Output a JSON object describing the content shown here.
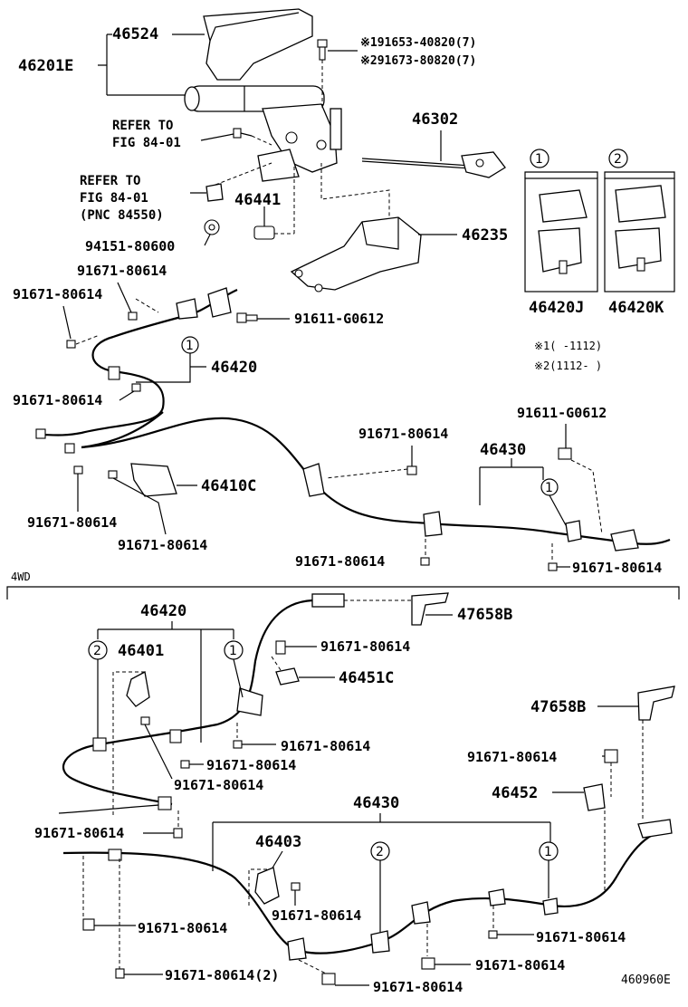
{
  "labels": {
    "p46524": "46524",
    "p46201E": "46201E",
    "bolt_note_1": "※191653-40820(7)",
    "bolt_note_2": "※291673-80820(7)",
    "refer1_a": "REFER TO",
    "refer1_b": "FIG 84-01",
    "refer2_a": "REFER TO",
    "refer2_b": "FIG 84-01",
    "refer2_c": "(PNC 84550)",
    "p46302": "46302",
    "p46441": "46441",
    "p94151": "94151-80600",
    "p46235": "46235",
    "bolt_a": "91671-80614",
    "bolt_b": "91671-80614",
    "p91611_top": "91611-G0612",
    "p46420_top": "46420",
    "bolt_c": "91671-80614",
    "p46420J": "46420J",
    "p46420K": "46420K",
    "note_r1": "※1(  -1112)",
    "note_r2": "※2(1112-  )",
    "p91611_mid": "91611-G0612",
    "bolt_d": "91671-80614",
    "p46430_top": "46430",
    "p46410C": "46410C",
    "bolt_e": "91671-80614",
    "bolt_f": "91671-80614",
    "bolt_g": "91671-80614",
    "bolt_h": "91671-80614",
    "section_4wd": "4WD",
    "p46420_b": "46420",
    "p47658B_a": "47658B",
    "p46401": "46401",
    "bolt_i": "91671-80614",
    "p46451C": "46451C",
    "p47658B_b": "47658B",
    "bolt_j": "91671-80614",
    "bolt_k": "91671-80614",
    "bolt_l": "91671-80614",
    "bolt_m": "91671-80614",
    "p46452": "46452",
    "p46430_b": "46430",
    "bolt_n": "91671-80614",
    "p46403": "46403",
    "bolt_o": "91671-80614",
    "bolt_p": "91671-80614",
    "bolt_q": "91671-80614",
    "bolt_r": "91671-80614(2)",
    "bolt_s": "91671-80614",
    "bolt_t": "91671-80614",
    "code": "460960E",
    "circle1": "1",
    "circle2": "2"
  }
}
